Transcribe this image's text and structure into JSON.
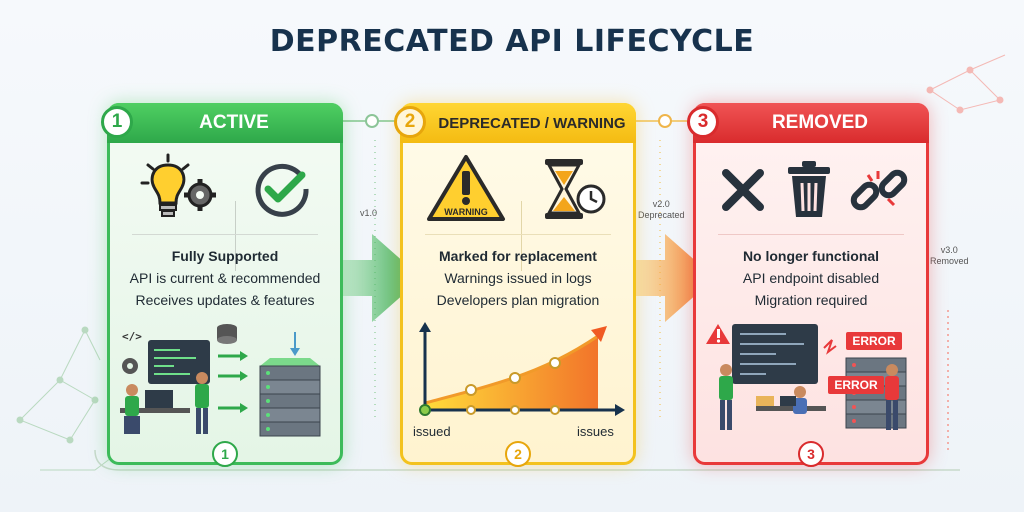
{
  "title": "DEPRECATED API LIFECYCLE",
  "stages": [
    {
      "number": "1",
      "label": "ACTIVE",
      "line1": "Fully Supported",
      "line2": "API is current & recommended",
      "line3": "Receives updates & features",
      "bottom_number": "1",
      "color": "#3dbb5a"
    },
    {
      "number": "2",
      "label": "DEPRECATED / WARNING",
      "line1": "Marked for replacement",
      "line2": "Warnings issued in logs",
      "line3": "Developers plan migration",
      "icon_text": "WARNING",
      "axis_left": "issued",
      "axis_right": "issues",
      "bottom_number": "2",
      "color": "#f3c21e"
    },
    {
      "number": "3",
      "label": "REMOVED",
      "line1": "No longer functional",
      "line2": "API endpoint disabled",
      "line3": "Migration required",
      "error_text_1": "ERROR",
      "error_text_2": "ERROR",
      "bottom_number": "3",
      "color": "#e8393a"
    }
  ],
  "versions": {
    "v1": "v1.0",
    "v2_a": "v2.0",
    "v2_b": "Deprecated",
    "v3_a": "v3.0",
    "v3_b": "Removed"
  },
  "icons": {
    "stage1": [
      "lightbulb-gear-icon",
      "checkmark-icon",
      "code-icon",
      "database-icon",
      "gear-icon",
      "server-rack-icon"
    ],
    "stage2": [
      "warning-sign-icon",
      "hourglass-clock-icon",
      "trend-chart-icon"
    ],
    "stage3": [
      "x-mark-icon",
      "trash-icon",
      "broken-link-icon",
      "alert-icon",
      "server-error-icon"
    ]
  }
}
